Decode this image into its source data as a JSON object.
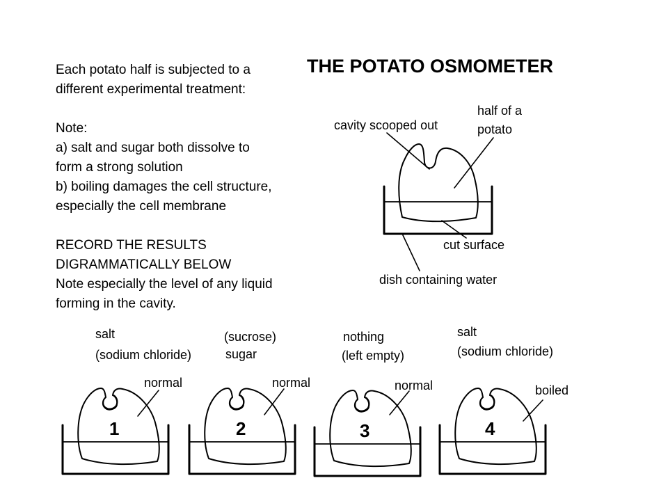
{
  "left_text": {
    "intro": [
      "Each potato half is subjected to a",
      "different experimental treatment:"
    ],
    "note_heading": "Note:",
    "notes": [
      "a) salt and sugar both dissolve to",
      "form a strong solution",
      "b) boiling damages the cell structure,",
      "especially the cell membrane"
    ],
    "record": [
      "RECORD THE RESULTS",
      "DIGRAMMATICALLY BELOW",
      "Note especially the level of any liquid",
      "forming in the cavity."
    ]
  },
  "diagram": {
    "title": "THE POTATO OSMOMETER",
    "labels": {
      "cavity": "cavity scooped out",
      "half": [
        "half of a",
        "potato"
      ],
      "cut_surface": "cut surface",
      "dish": "dish containing water"
    }
  },
  "experiments": [
    {
      "number": "1",
      "treatment": [
        "salt",
        "(sodium chloride)"
      ],
      "condition": "normal"
    },
    {
      "number": "2",
      "treatment": [
        "(sucrose)",
        "sugar"
      ],
      "condition": "normal"
    },
    {
      "number": "3",
      "treatment": [
        "nothing",
        "(left empty)"
      ],
      "condition": "normal"
    },
    {
      "number": "4",
      "treatment": [
        "salt",
        "(sodium chloride)"
      ],
      "condition": "boiled"
    }
  ]
}
